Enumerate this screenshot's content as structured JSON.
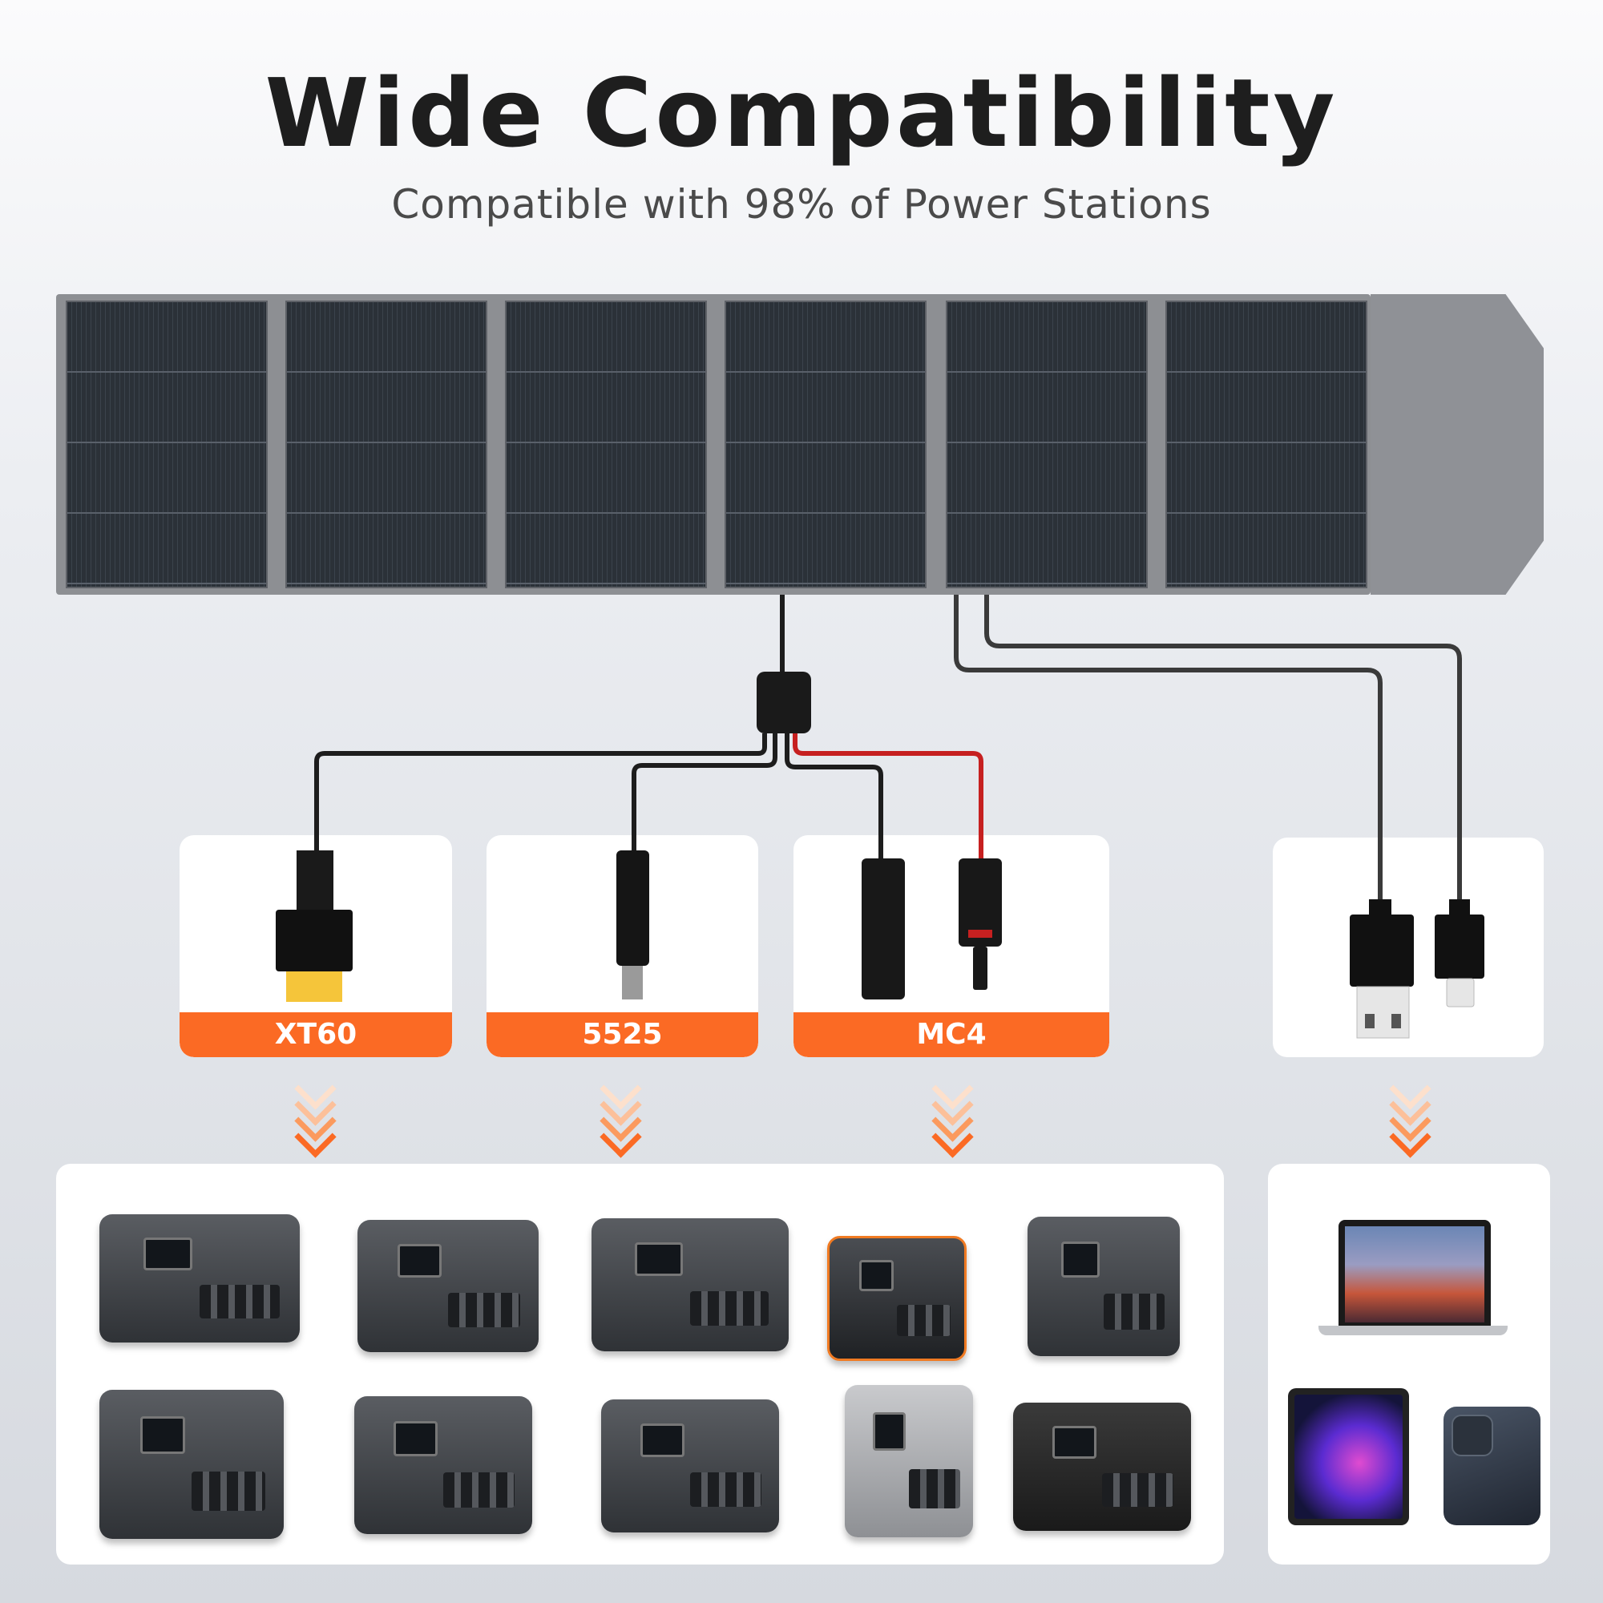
{
  "header": {
    "title": "Wide Compatibility",
    "subtitle": "Compatible with 98% of Power Stations"
  },
  "connectors": [
    {
      "label": "XT60"
    },
    {
      "label": "5525"
    },
    {
      "label": "MC4"
    },
    {
      "label": ""
    }
  ],
  "colors": {
    "accent": "#fb6a24",
    "title": "#1e1e1e",
    "cable_black": "#1d1d1d",
    "cable_red": "#c62020",
    "usb_cable": "#3a3a3a"
  },
  "devices": {
    "power_stations_count_shown": 10,
    "personal_devices": [
      "laptop-icon",
      "tablet-icon",
      "phone-icon"
    ]
  }
}
